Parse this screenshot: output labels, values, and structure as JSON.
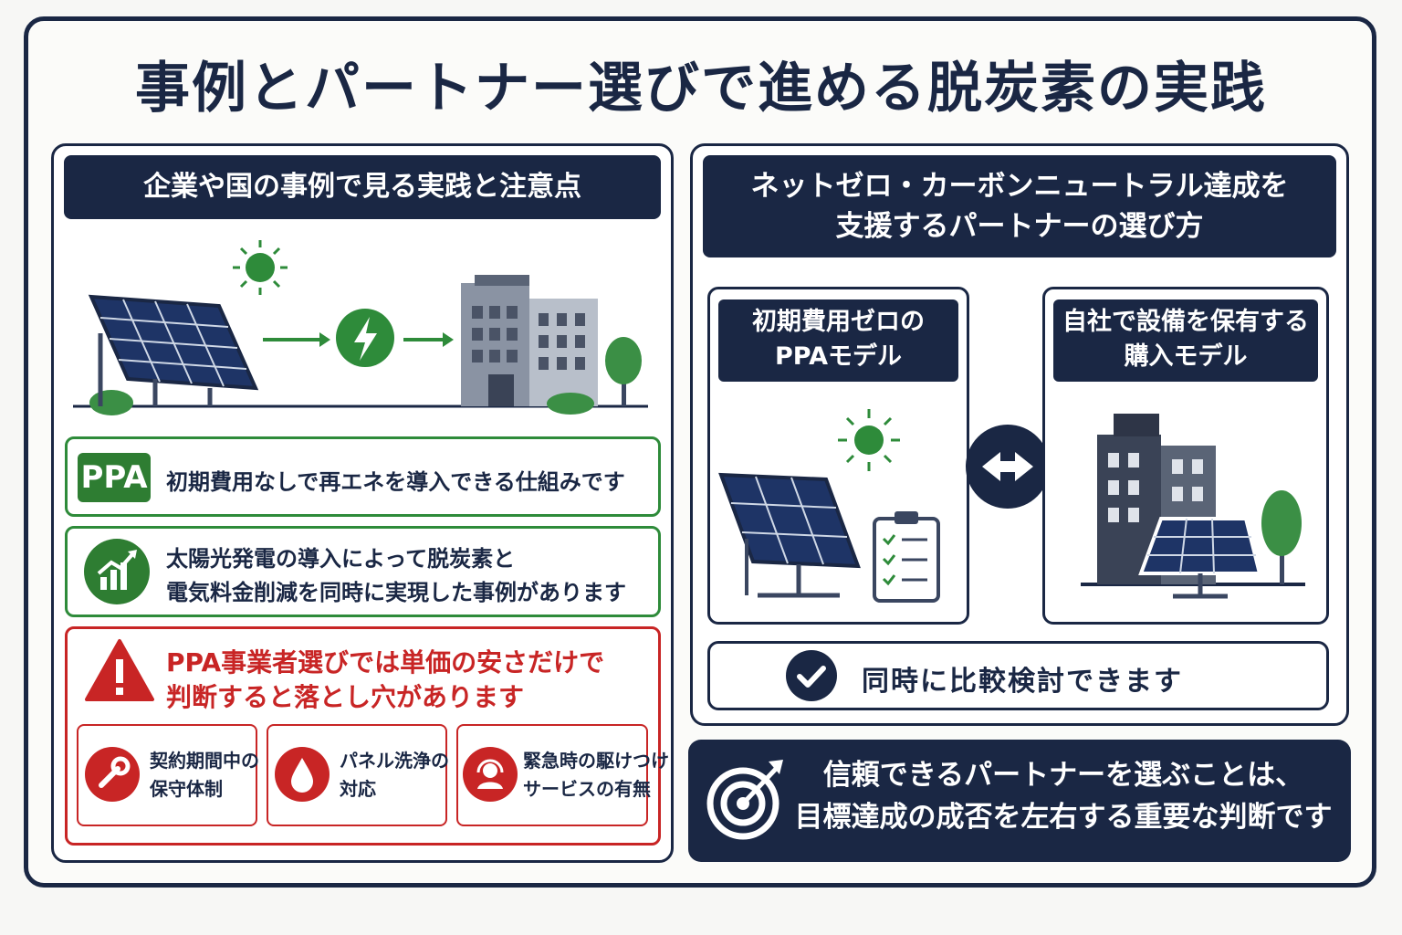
{
  "title": "事例とパートナー選びで進める脱炭素の実践",
  "left": {
    "header": "企業や国の事例で見る実践と注意点",
    "ppa_badge": "PPA",
    "ppa_text": "初期費用なしで再エネを導入できる仕組みです",
    "case_line1": "太陽光発電の導入によって脱炭素と",
    "case_line2": "電気料金削減を同時に実現した事例があります",
    "warning_line1": "PPA事業者選びでは単価の安さだけで",
    "warning_line2": "判断すると落とし穴があります",
    "checks": [
      {
        "line1": "契約期間中の",
        "line2": "保守体制",
        "icon": "wrench-icon"
      },
      {
        "line1": "パネル洗浄の",
        "line2": "対応",
        "icon": "water-drop-icon"
      },
      {
        "line1": "緊急時の駆けつけ",
        "line2": "サービスの有無",
        "icon": "support-person-icon"
      }
    ]
  },
  "right": {
    "header_line1": "ネットゼロ・カーボンニュートラル達成を",
    "header_line2": "支援するパートナーの選び方",
    "option_a_line1": "初期費用ゼロの",
    "option_a_line2": "PPAモデル",
    "option_b_line1": "自社で設備を保有する",
    "option_b_line2": "購入モデル",
    "compare_text": "同時に比較検討できます"
  },
  "bottom": {
    "line1": "信頼できるパートナーを選ぶことは、",
    "line2": "目標達成の成否を左右する重要な判断です"
  },
  "colors": {
    "navy": "#1a2744",
    "green": "#2e7d32",
    "red": "#c82525"
  }
}
